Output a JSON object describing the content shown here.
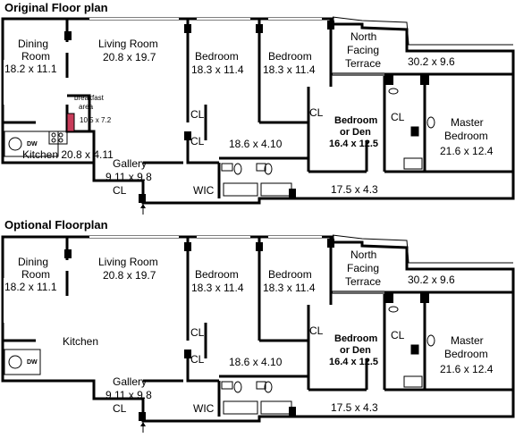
{
  "plans": [
    {
      "title": "Original Floor plan",
      "rooms": {
        "dining_label": "Dining",
        "dining_label2": "Room",
        "dining_dims": "18.2 x 11.1",
        "living_label": "Living Room",
        "living_dims": "20.8 x 19.7",
        "bedroom1_label": "Bedroom",
        "bedroom1_dims": "18.3 x 11.4",
        "bedroom2_label": "Bedroom",
        "bedroom2_dims": "18.3 x 11.4",
        "terrace_label1": "North",
        "terrace_label2": "Facing",
        "terrace_label3": "Terrace",
        "terrace_dims": "30.2 x 9.6",
        "den_label1": "Bedroom",
        "den_label2": "or Den",
        "den_dims": "16.4 x 12.5",
        "master_label1": "Master",
        "master_label2": "Bedroom",
        "master_dims": "21.6 x 12.4",
        "hall_dims": "18.6 x 4.10",
        "gallery_label": "Gallery",
        "gallery_dims": "9.11 x 9.8",
        "corridor_dims": "17.5 x 4.3",
        "kitchen_label": "Kitchen 20.8 x 4.11",
        "breakfast_label1": "breakfast",
        "breakfast_label2": "area",
        "breakfast_dims": "10.5 x 7.2",
        "closet": "CL",
        "wic": "WIC",
        "dw": "DW"
      }
    },
    {
      "title": "Optional Floorplan",
      "rooms": {
        "dining_label": "Dining",
        "dining_label2": "Room",
        "dining_dims": "18.2 x 11.1",
        "living_label": "Living Room",
        "living_dims": "20.8 x 19.7",
        "bedroom1_label": "Bedroom",
        "bedroom1_dims": "18.3 x 11.4",
        "bedroom2_label": "Bedroom",
        "bedroom2_dims": "18.3 x 11.4",
        "terrace_label1": "North",
        "terrace_label2": "Facing",
        "terrace_label3": "Terrace",
        "terrace_dims": "30.2 x 9.6",
        "den_label1": "Bedroom",
        "den_label2": "or Den",
        "den_dims": "16.4 x 12.5",
        "master_label1": "Master",
        "master_label2": "Bedroom",
        "master_dims": "21.6 x 12.4",
        "hall_dims": "18.6 x 4.10",
        "gallery_label": "Gallery",
        "gallery_dims": "9.11 x 9.8",
        "corridor_dims": "17.5 x 4.3",
        "kitchen_label": "Kitchen",
        "closet": "CL",
        "wic": "WIC",
        "dw": "DW"
      }
    }
  ]
}
